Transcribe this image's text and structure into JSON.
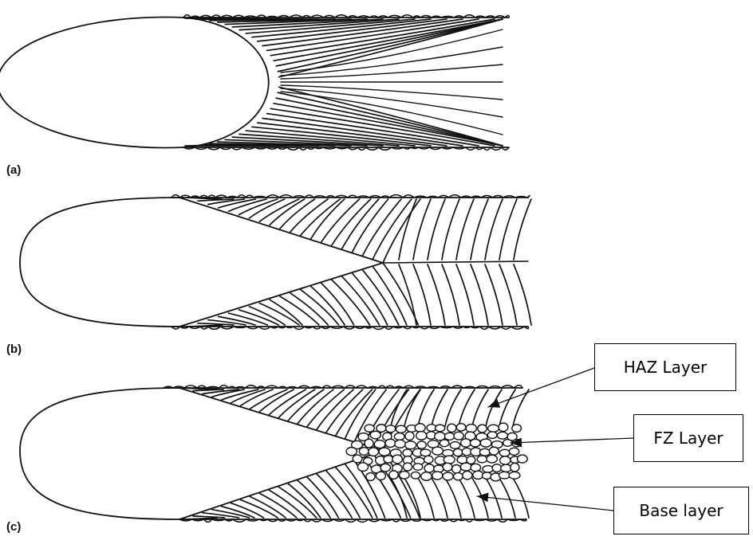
{
  "panels": [
    {
      "label": "(a)"
    },
    {
      "label": "(b)"
    },
    {
      "label": "(c)"
    }
  ],
  "callouts": {
    "haz": "HAZ Layer",
    "fz": "FZ Layer",
    "base": "Base layer"
  },
  "colors": {
    "ink": "#111111",
    "background": "#ffffff"
  }
}
